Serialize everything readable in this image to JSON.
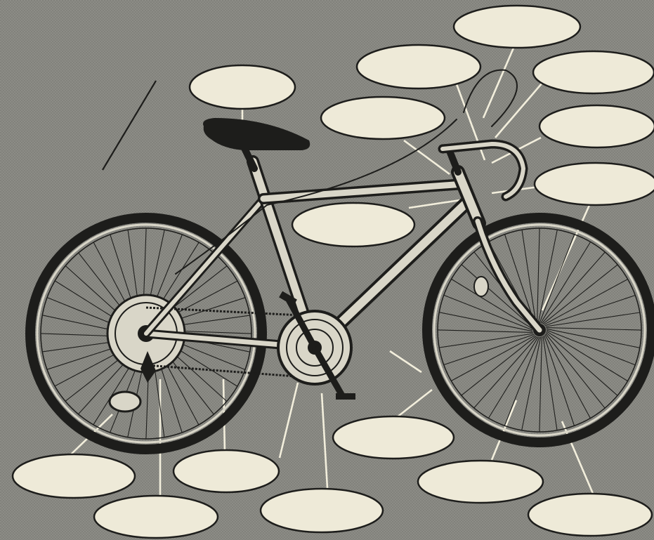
{
  "title": "",
  "colors": {
    "background": "#8c8c86",
    "halftone_dot": "#7a7a74",
    "label_fill": "#eeead8",
    "label_stroke": "#1d1d1b",
    "leader_line": "#f2eedc",
    "ink": "#1d1d1b",
    "metal": "#d9d6c8"
  },
  "labels": [
    {
      "id": "label-top-right-1",
      "text": ""
    },
    {
      "id": "label-top-center",
      "text": ""
    },
    {
      "id": "label-top-right-2",
      "text": ""
    },
    {
      "id": "label-saddle",
      "text": ""
    },
    {
      "id": "label-handlebar-left",
      "text": ""
    },
    {
      "id": "label-right-3",
      "text": ""
    },
    {
      "id": "label-right-4",
      "text": ""
    },
    {
      "id": "label-frame-center",
      "text": ""
    },
    {
      "id": "label-bottom-center-upper",
      "text": ""
    },
    {
      "id": "label-bottom-left-1",
      "text": ""
    },
    {
      "id": "label-bottom-left-2",
      "text": ""
    },
    {
      "id": "label-bottom-left-3",
      "text": ""
    },
    {
      "id": "label-bottom-center-lower",
      "text": ""
    },
    {
      "id": "label-bottom-right-1",
      "text": ""
    },
    {
      "id": "label-bottom-right-2",
      "text": ""
    }
  ]
}
